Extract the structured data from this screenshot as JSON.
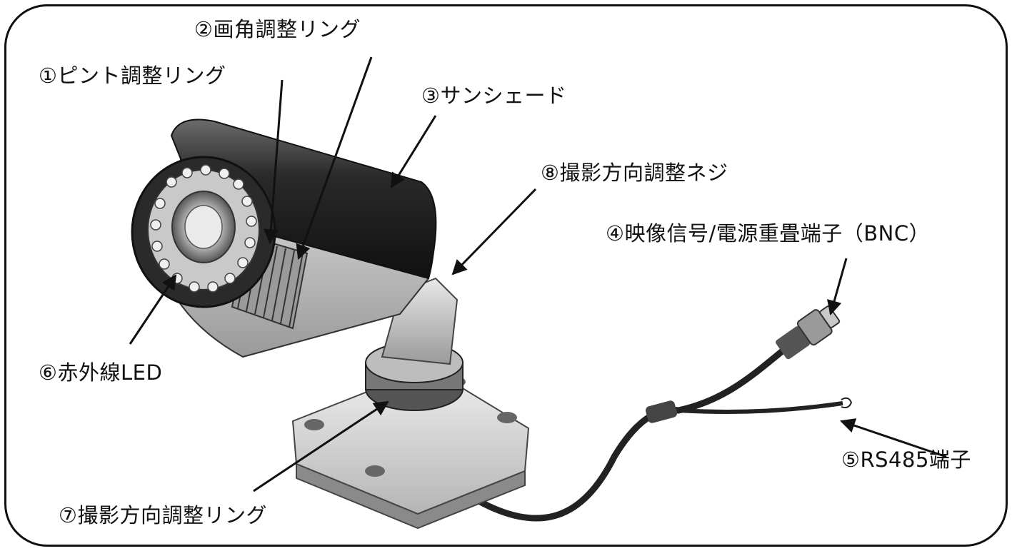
{
  "labels": {
    "focus_ring": "①ピント調整リング",
    "zoom_ring": "②画角調整リング",
    "sunshade": "③サンシェード",
    "video_terminal": "④映像信号/電源重畳端子（BNC）",
    "rs485_terminal": "⑤RS485端子",
    "ir_led": "⑥赤外線LED",
    "direction_ring": "⑦撮影方向調整リング",
    "direction_screw": "⑧撮影方向調整ネジ"
  }
}
